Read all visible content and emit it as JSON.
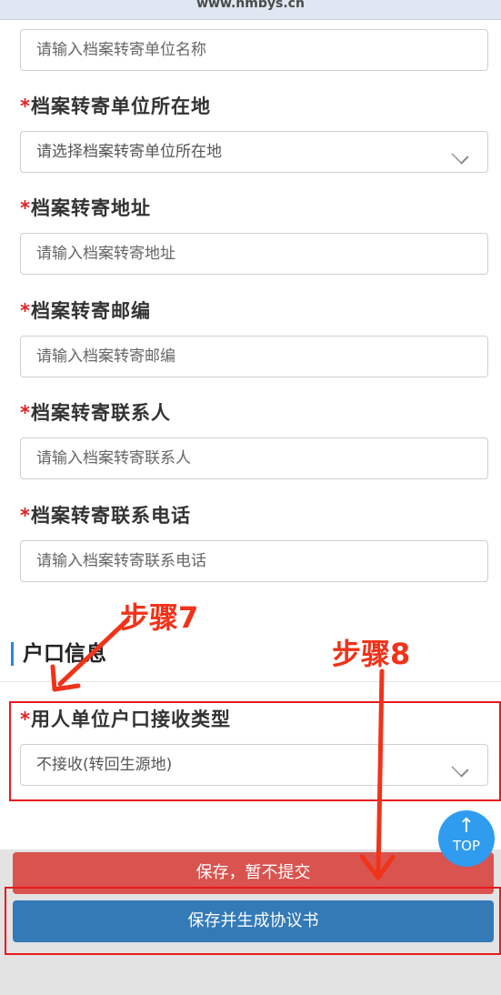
{
  "browser": {
    "url": "www.nmbys.cn"
  },
  "form": {
    "unit_name_input": {
      "placeholder": "请输入档案转寄单位名称"
    },
    "unit_location": {
      "required_mark": "*",
      "label": "档案转寄单位所在地",
      "placeholder": "请选择档案转寄单位所在地"
    },
    "address": {
      "required_mark": "*",
      "label": "档案转寄地址",
      "placeholder": "请输入档案转寄地址"
    },
    "postcode": {
      "required_mark": "*",
      "label": "档案转寄邮编",
      "placeholder": "请输入档案转寄邮编"
    },
    "contact": {
      "required_mark": "*",
      "label": "档案转寄联系人",
      "placeholder": "请输入档案转寄联系人"
    },
    "phone": {
      "required_mark": "*",
      "label": "档案转寄联系电话",
      "placeholder": "请输入档案转寄联系电话"
    }
  },
  "hukou_section": {
    "title": "户口信息",
    "receive_type": {
      "required_mark": "*",
      "label": "用人单位户口接收类型",
      "selected": "不接收(转回生源地)"
    }
  },
  "buttons": {
    "save_draft": "保存，暂不提交",
    "save_generate": "保存并生成协议书",
    "top": {
      "arrow": "↑",
      "label": "TOP"
    }
  },
  "annotations": {
    "step7": "步骤7",
    "step8": "步骤8",
    "accent_color": "#f0331a"
  }
}
